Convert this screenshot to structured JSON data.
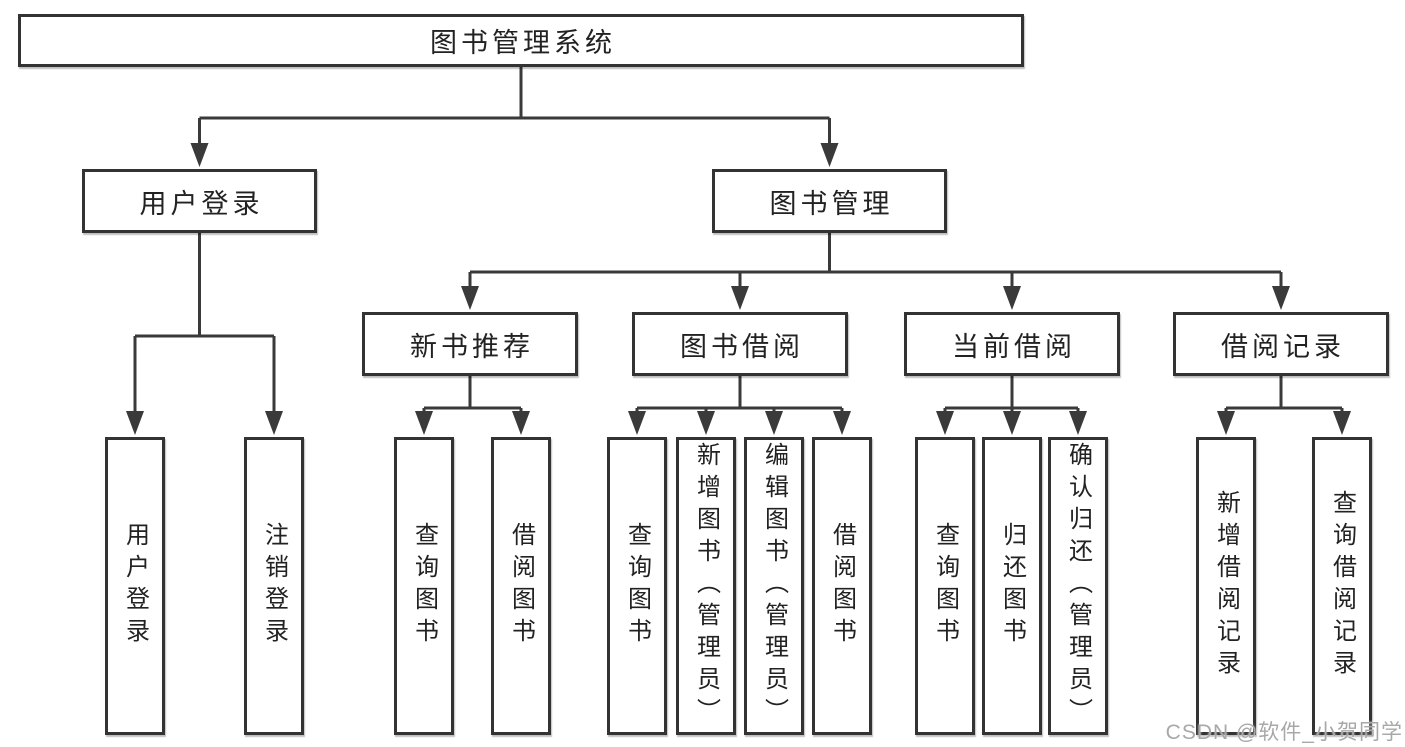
{
  "diagram": {
    "root": {
      "label": "图书管理系统"
    },
    "branches": [
      {
        "label": "用户登录",
        "children": [
          {
            "label": "用户登录"
          },
          {
            "label": "注销登录"
          }
        ]
      },
      {
        "label": "图书管理",
        "children": [
          {
            "label": "新书推荐",
            "children": [
              {
                "label": "查询图书"
              },
              {
                "label": "借阅图书"
              }
            ]
          },
          {
            "label": "图书借阅",
            "children": [
              {
                "label": "查询图书"
              },
              {
                "label": "新增图书（管理员）"
              },
              {
                "label": "编辑图书（管理员）"
              },
              {
                "label": "借阅图书"
              }
            ]
          },
          {
            "label": "当前借阅",
            "children": [
              {
                "label": "查询图书"
              },
              {
                "label": "归还图书"
              },
              {
                "label": "确认归还（管理员）"
              }
            ]
          },
          {
            "label": "借阅记录",
            "children": [
              {
                "label": "新增借阅记录"
              },
              {
                "label": "查询借阅记录"
              }
            ]
          }
        ]
      }
    ],
    "colors": {
      "line": "#3a3a3a",
      "box_border": "#333333",
      "text": "#222222",
      "watermark": "#a8a8a8",
      "background": "#ffffff"
    }
  },
  "watermark": {
    "text": "CSDN @软件_小贺同学"
  }
}
